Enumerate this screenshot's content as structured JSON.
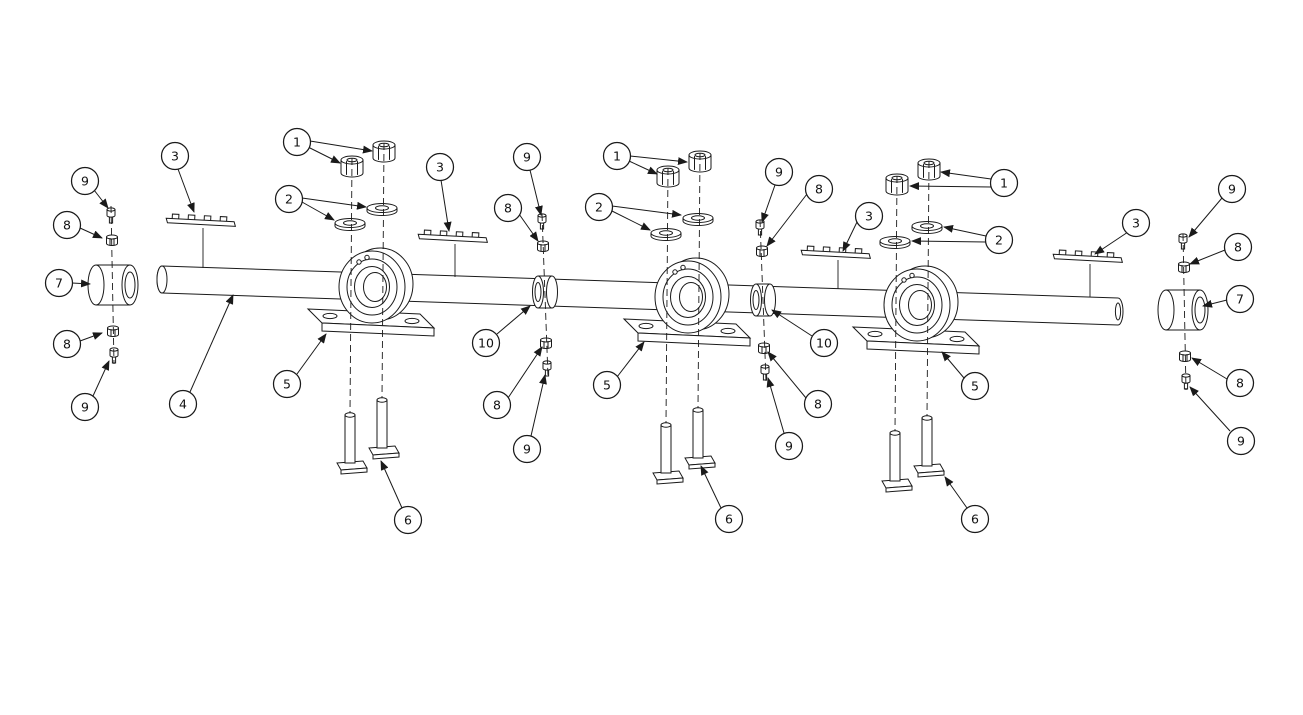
{
  "colors": {
    "line": "#1a1a1a",
    "background": "#ffffff"
  },
  "callouts": [
    "9",
    "8",
    "7",
    "8",
    "9",
    "3",
    "4",
    "1",
    "2",
    "3",
    "5",
    "6",
    "9",
    "8",
    "10",
    "8",
    "9",
    "1",
    "2",
    "5",
    "6",
    "9",
    "8",
    "3",
    "10",
    "8",
    "9",
    "1",
    "2",
    "3",
    "5",
    "6",
    "9",
    "8",
    "7",
    "8",
    "9"
  ]
}
